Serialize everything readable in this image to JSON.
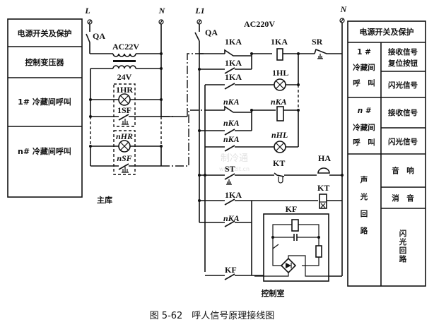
{
  "left_table": {
    "rows": [
      "电源开关及保护",
      "控制变压器",
      "1# 冷藏间呼叫",
      "n# 冷藏间呼叫"
    ]
  },
  "right_table": {
    "header": "电源开关及保护",
    "group1_label": [
      "1 #",
      "冷藏间",
      "呼　叫"
    ],
    "group1_items": [
      "接收信号",
      "复位按钮",
      "闪光信号"
    ],
    "groupn_label": [
      "n #",
      "冷藏间",
      "呼　叫"
    ],
    "groupn_items": [
      "接收信号",
      "闪光信号"
    ],
    "sound_light_label": [
      "声",
      "光",
      "回",
      "路"
    ],
    "sound_light_items": [
      "音　响",
      "消　音"
    ],
    "flash_circuit": [
      "闪",
      "光",
      "回",
      "路"
    ]
  },
  "terminals": {
    "L": "L",
    "N_left": "N",
    "L1": "L1",
    "N_right": "N"
  },
  "components": {
    "qa_left": "QA",
    "qa_right": "QA",
    "transformer_primary": "AC22V",
    "transformer_secondary": "24V",
    "supply_voltage": "AC220V",
    "hr1": "1HR",
    "sf1": "1SF",
    "hrn": "nHR",
    "sfn": "nSF",
    "ka1_nc": "1KA",
    "ka1_coil": "1KA",
    "ka1_hold": "1KA",
    "ka1_lamp_contact": "1KA",
    "hl1": "1HL",
    "sr": "SR",
    "kan_nc": "nKA",
    "kan_coil": "nKA",
    "kan_hold": "nKA",
    "kan_lamp_contact": "nKA",
    "hln": "nHL",
    "st": "ST",
    "kt_contact": "KT",
    "ha": "HA",
    "ka1_kt": "1KA",
    "kt_coil": "KT",
    "kan_kt": "nKA",
    "kf_box": "KF",
    "kf_contact": "KF"
  },
  "labels": {
    "main_store": "主库",
    "control_room": "控制室",
    "caption": "图 5-62　呼人信号原理接线图",
    "watermark_1": "制冷通",
    "watermark_2": "www.zlt.cn"
  }
}
